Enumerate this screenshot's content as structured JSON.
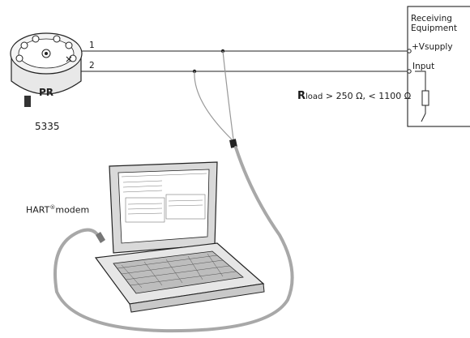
{
  "diagram": {
    "device_label": "5335",
    "device_logo": "PR",
    "wire_labels": [
      "1",
      "2"
    ],
    "receiving_box": {
      "title_line1": "Receiving",
      "title_line2": "Equipment",
      "terminal_supply": "+Vsupply",
      "terminal_input": "Input"
    },
    "rload": {
      "symbol": "R",
      "subscript": "load",
      "constraint": " > 250 Ω, < 1100 Ω"
    },
    "hart": {
      "text": "HART",
      "superscript": "®",
      "suffix": "modem"
    }
  },
  "icons": [
    "transmitter-head-icon",
    "laptop-icon",
    "resistor-icon",
    "modem-clip-icon"
  ]
}
